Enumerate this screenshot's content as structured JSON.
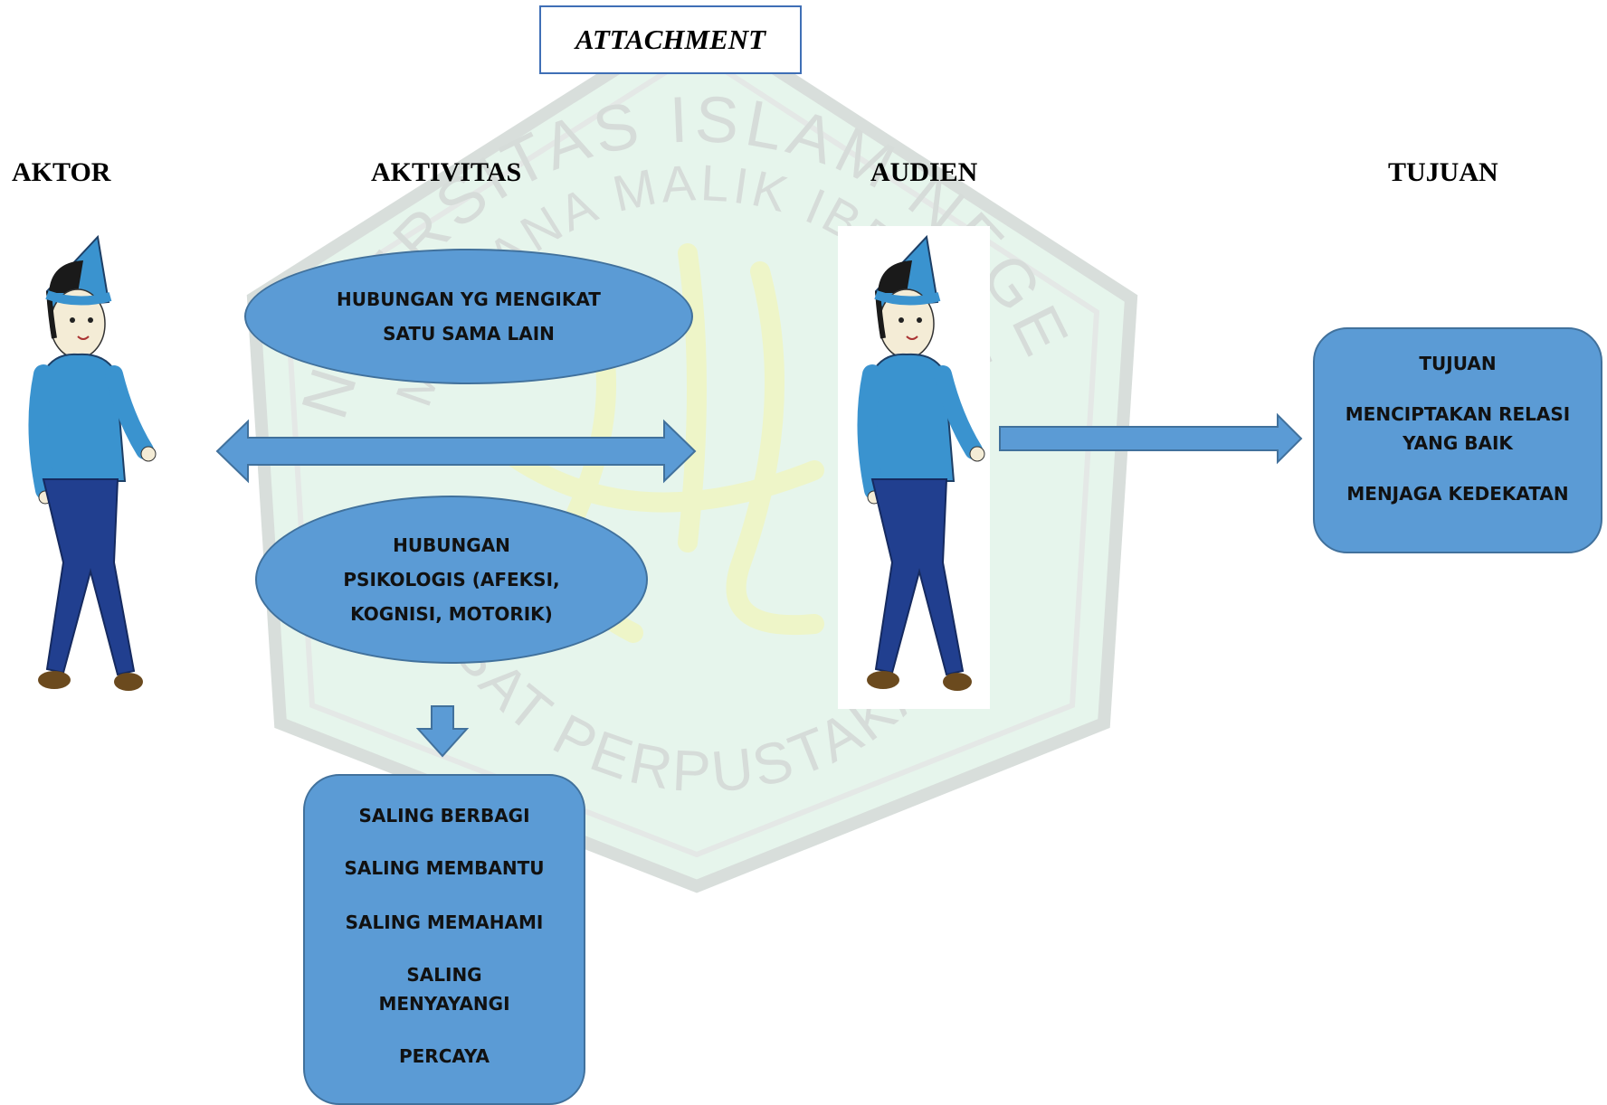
{
  "title": "ATTACHMENT",
  "headers": {
    "aktor": "AKTOR",
    "aktivitas": "AKTIVITAS",
    "audien": "AUDIEN",
    "tujuan": "TUJUAN"
  },
  "activities": {
    "top": [
      "HUBUNGAN YG MENGIKAT",
      "SATU SAMA LAIN"
    ],
    "bottom": [
      "HUBUNGAN",
      "PSIKOLOGIS (AFEKSI,",
      "KOGNISI, MOTORIK)"
    ]
  },
  "results": {
    "item1": "SALING BERBAGI",
    "item2": "SALING MEMBANTU",
    "item3": "SALING MEMAHAMI",
    "item4a": "SALING",
    "item4b": "MENYAYANGI",
    "item5": "PERCAYA"
  },
  "goal": {
    "heading": "TUJUAN",
    "line1": "MENCIPTAKAN RELASI",
    "line2": "YANG BAIK",
    "line3": "MENJAGA KEDEKATAN"
  },
  "watermark": {
    "arc_top": "UNIVERSITAS ISLAM NEGERI",
    "arc_mid": "MAULANA MALIK IBRAHIM",
    "arc_bottom": "PUSAT PERPUSTAKAAN"
  },
  "colors": {
    "shape_fill": "#5b9bd5",
    "shape_border": "#41719c",
    "figure_shirt": "#3a93cf",
    "figure_pants": "#213f8f",
    "watermark": "#cfe8d8"
  }
}
